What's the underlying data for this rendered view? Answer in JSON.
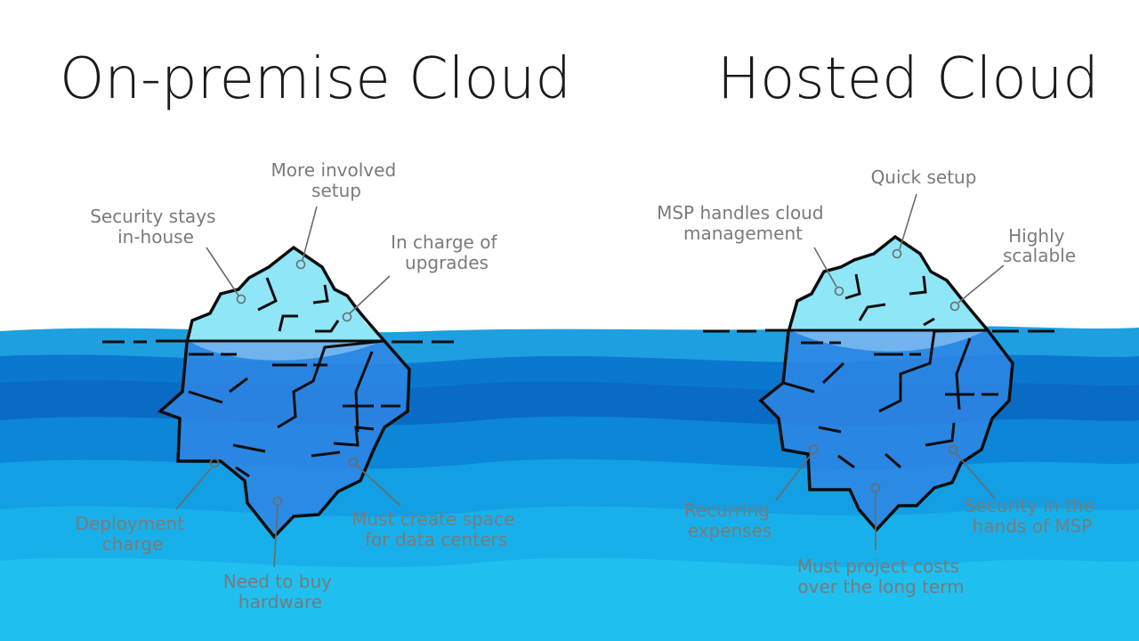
{
  "titles": {
    "left": "On-premise Cloud",
    "right": "Hosted Cloud"
  },
  "on_premise": {
    "labels": {
      "security": [
        "Security stays",
        "in-house"
      ],
      "setup": [
        "More involved",
        "setup"
      ],
      "upgrades": [
        "In charge of",
        "upgrades"
      ],
      "deployment": [
        "Deployment",
        "charge"
      ],
      "hardware": [
        "Need to buy",
        "hardware"
      ],
      "space": [
        "Must create space",
        "for data centers"
      ]
    }
  },
  "hosted": {
    "labels": {
      "msp_management": [
        "MSP handles cloud",
        "management"
      ],
      "setup": [
        "Quick setup"
      ],
      "scalable": [
        "Highly",
        "scalable"
      ],
      "expenses": [
        "Recurring",
        "expenses"
      ],
      "costs": [
        "Must project costs",
        "over the long term"
      ],
      "security": [
        "Security in the",
        "hands of MSP"
      ]
    }
  },
  "colors": {
    "ice_top": "#8fe6f7",
    "ice_under": "#2d7fe0",
    "outline": "#0d0d0d",
    "water_light": "#19b8ea",
    "water_mid": "#0f95dc",
    "water_dark": "#0a6fc8",
    "label": "#7a7a7a",
    "leader": "#6b6b6b"
  }
}
